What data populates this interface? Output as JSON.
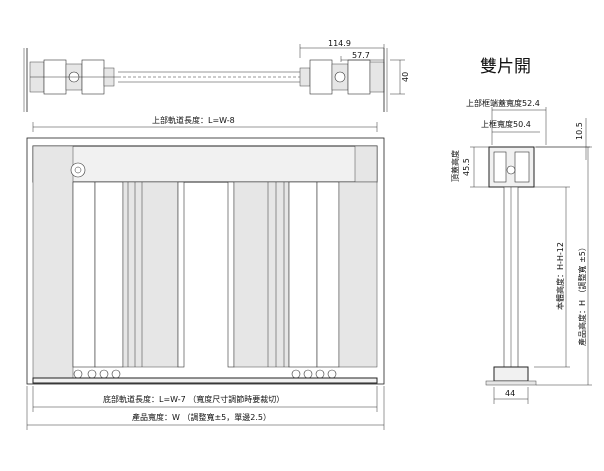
{
  "title": "雙片開",
  "top_plan": {
    "dim_total": "114.9",
    "dim_half": "57.7",
    "dim_height": "40"
  },
  "front_elevation": {
    "top_track_label": "上部軌道長度：L=W-8",
    "bottom_track_label": "底部軌道長度：L=W-7 （寬度尺寸調節時要裁切）",
    "product_width_label": "產品寬度：W （調整寬±5，單邊2.5）"
  },
  "side_section": {
    "top_frame_end_cover_width": "上部框端蓋寬度52.4",
    "top_frame_width": "上框寬度50.4",
    "dim_top_gap": "10.5",
    "top_cover_height_label": "頂蓋高度",
    "top_cover_height_value": "45.5",
    "body_height_label": "本體高度：H-H-12",
    "product_height_label": "產品高度：H （調整寬 ±5）",
    "dim_bottom_width": "44"
  },
  "colors": {
    "line": "#222222",
    "frame_fill": "#f1f1f1",
    "panel_fill": "#ffffff"
  }
}
